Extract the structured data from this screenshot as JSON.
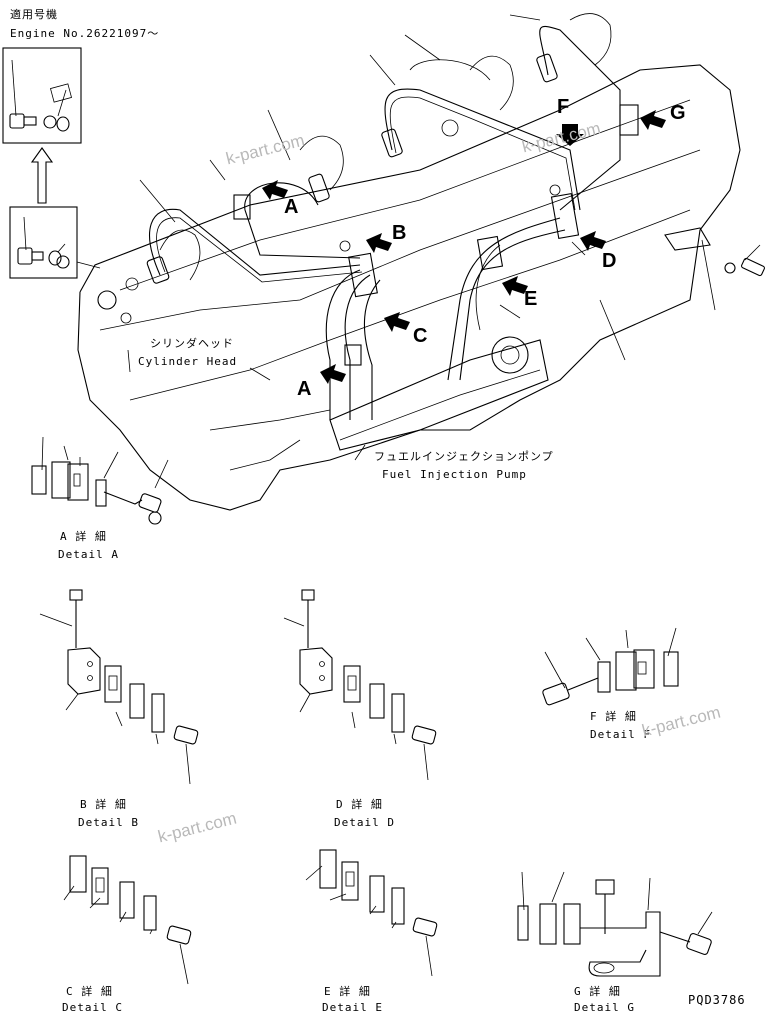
{
  "header": {
    "applicable_jp": "適用号機",
    "engine_no": "Engine No.26221097〜"
  },
  "main": {
    "cylinder_head_jp": "シリンダヘッド",
    "cylinder_head_en": "Cylinder Head",
    "pump_jp": "フュエルインジェクションポンプ",
    "pump_en": "Fuel Injection Pump",
    "callouts": {
      "a1": "A",
      "a2": "A",
      "b": "B",
      "c": "C",
      "d": "D",
      "e": "E",
      "f": "F",
      "g": "G"
    }
  },
  "details": {
    "a": {
      "jp": "A 詳 細",
      "en": "Detail A"
    },
    "b": {
      "jp": "B 詳 細",
      "en": "Detail B"
    },
    "c": {
      "jp": "C 詳 細",
      "en": "Detail C"
    },
    "d": {
      "jp": "D 詳 細",
      "en": "Detail D"
    },
    "e": {
      "jp": "E 詳 細",
      "en": "Detail E"
    },
    "f": {
      "jp": "F 詳 細",
      "en": "Detail F"
    },
    "g": {
      "jp": "G 詳 細",
      "en": "Detail G"
    }
  },
  "watermark": "k-part.com",
  "drawing_no": "PQD3786"
}
